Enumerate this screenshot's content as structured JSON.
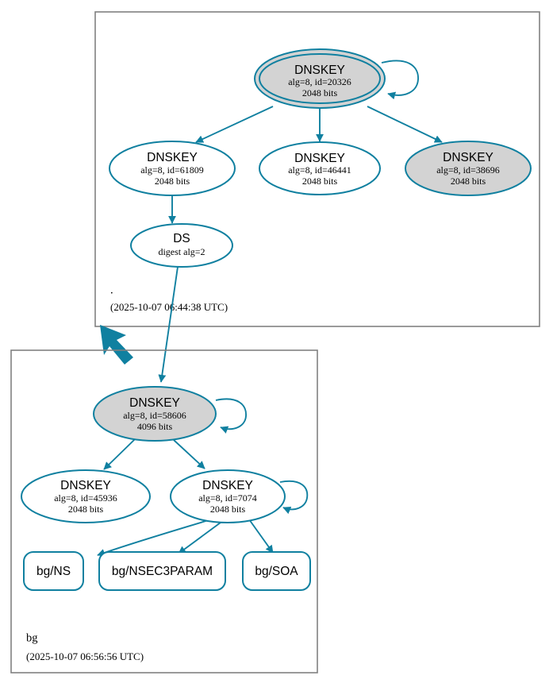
{
  "diagram": {
    "type": "dnssec-authentication-chain",
    "colors": {
      "edge": "#1080a0",
      "node_stroke": "#1080a0",
      "secure_key_fill": "#d3d3d3",
      "plain_key_fill": "#ffffff",
      "zone_border": "#808080",
      "text": "#000000"
    }
  },
  "zones": [
    {
      "id": "root",
      "name": ".",
      "timestamp": "(2025-10-07 06:44:38 UTC)"
    },
    {
      "id": "bg",
      "name": "bg",
      "timestamp": "(2025-10-07 06:56:56 UTC)"
    }
  ],
  "nodes": {
    "root_ksk": {
      "type": "DNSKEY",
      "title": "DNSKEY",
      "line2": "alg=8, id=20326",
      "line3": "2048 bits",
      "alg": 8,
      "key_id": 20326,
      "bits": 2048,
      "fill": "grey",
      "shape": "doubleellipse",
      "self_signed": true
    },
    "root_zsk_61809": {
      "type": "DNSKEY",
      "title": "DNSKEY",
      "line2": "alg=8, id=61809",
      "line3": "2048 bits",
      "alg": 8,
      "key_id": 61809,
      "bits": 2048,
      "fill": "white",
      "shape": "ellipse",
      "self_signed": false
    },
    "root_zsk_46441": {
      "type": "DNSKEY",
      "title": "DNSKEY",
      "line2": "alg=8, id=46441",
      "line3": "2048 bits",
      "alg": 8,
      "key_id": 46441,
      "bits": 2048,
      "fill": "white",
      "shape": "ellipse",
      "self_signed": false
    },
    "root_zsk_38696": {
      "type": "DNSKEY",
      "title": "DNSKEY",
      "line2": "alg=8, id=38696",
      "line3": "2048 bits",
      "alg": 8,
      "key_id": 38696,
      "bits": 2048,
      "fill": "grey",
      "shape": "ellipse",
      "self_signed": false
    },
    "ds": {
      "type": "DS",
      "title": "DS",
      "line2": "digest alg=2",
      "line3": "",
      "digest_alg": 2,
      "fill": "white",
      "shape": "ellipse",
      "self_signed": false
    },
    "bg_ksk": {
      "type": "DNSKEY",
      "title": "DNSKEY",
      "line2": "alg=8, id=58606",
      "line3": "4096 bits",
      "alg": 8,
      "key_id": 58606,
      "bits": 4096,
      "fill": "grey",
      "shape": "ellipse",
      "self_signed": true
    },
    "bg_zsk_45936": {
      "type": "DNSKEY",
      "title": "DNSKEY",
      "line2": "alg=8, id=45936",
      "line3": "2048 bits",
      "alg": 8,
      "key_id": 45936,
      "bits": 2048,
      "fill": "white",
      "shape": "ellipse",
      "self_signed": false
    },
    "bg_zsk_7074": {
      "type": "DNSKEY",
      "title": "DNSKEY",
      "line2": "alg=8, id=7074",
      "line3": "2048 bits",
      "alg": 8,
      "key_id": 7074,
      "bits": 2048,
      "fill": "white",
      "shape": "ellipse",
      "self_signed": true
    },
    "bg_ns": {
      "type": "RRset",
      "label": "bg/NS"
    },
    "bg_nsec3param": {
      "type": "RRset",
      "label": "bg/NSEC3PARAM"
    },
    "bg_soa": {
      "type": "RRset",
      "label": "bg/SOA"
    }
  },
  "edges": [
    {
      "from": "root_ksk",
      "to": "root_ksk",
      "kind": "self-sign"
    },
    {
      "from": "root_ksk",
      "to": "root_zsk_61809",
      "kind": "sign"
    },
    {
      "from": "root_ksk",
      "to": "root_zsk_46441",
      "kind": "sign"
    },
    {
      "from": "root_ksk",
      "to": "root_zsk_38696",
      "kind": "sign"
    },
    {
      "from": "root_zsk_61809",
      "to": "ds",
      "kind": "sign"
    },
    {
      "from": "ds",
      "to": "bg_ksk",
      "kind": "delegation"
    },
    {
      "from": "bg_ksk",
      "to": "bg_ksk",
      "kind": "self-sign"
    },
    {
      "from": "bg_ksk",
      "to": "bg_zsk_45936",
      "kind": "sign"
    },
    {
      "from": "bg_ksk",
      "to": "bg_zsk_7074",
      "kind": "sign"
    },
    {
      "from": "bg_zsk_7074",
      "to": "bg_zsk_7074",
      "kind": "self-sign"
    },
    {
      "from": "bg_zsk_7074",
      "to": "bg_ns",
      "kind": "sign"
    },
    {
      "from": "bg_zsk_7074",
      "to": "bg_nsec3param",
      "kind": "sign"
    },
    {
      "from": "bg_zsk_7074",
      "to": "bg_soa",
      "kind": "sign"
    }
  ]
}
